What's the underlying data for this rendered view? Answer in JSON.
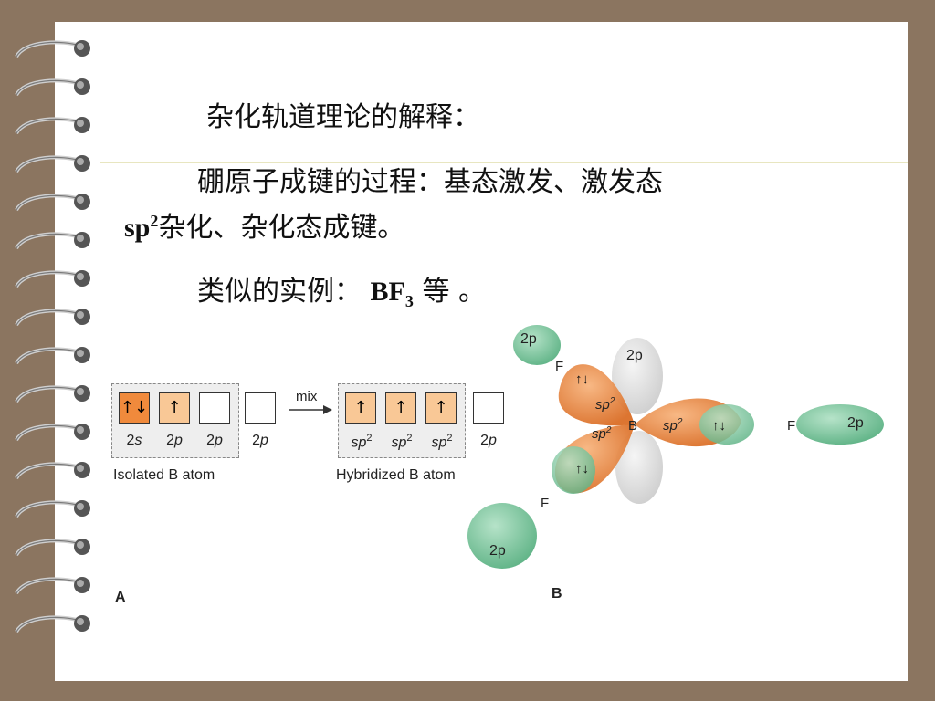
{
  "heading": "杂化轨道理论的解释：",
  "line1": "硼原子成键的过程：基态激发、激发态",
  "line2_prefix": "sp",
  "line2_sup": "2",
  "line2_rest": "杂化、杂化态成键。",
  "line3_prefix": "类似的实例：",
  "line3_formula": "BF",
  "line3_sub": "3",
  "line3_suffix": "等 。",
  "figure_a": {
    "panel_label": "A",
    "isolated_caption": "Isolated B atom",
    "hybridized_caption": "Hybridized B atom",
    "mix_label": "mix",
    "isolated_boxes": [
      {
        "arrows": "↑↓",
        "label_main": "2",
        "label_italic": "s",
        "label_sup": ""
      },
      {
        "arrows": "↑",
        "label_main": "2",
        "label_italic": "p",
        "label_sup": ""
      },
      {
        "arrows": "",
        "label_main": "2",
        "label_italic": "p",
        "label_sup": ""
      },
      {
        "arrows": "",
        "label_main": "2",
        "label_italic": "p",
        "label_sup": ""
      }
    ],
    "hybrid_boxes": [
      {
        "arrows": "↑",
        "label_italic": "sp",
        "label_sup": "2"
      },
      {
        "arrows": "↑",
        "label_italic": "sp",
        "label_sup": "2"
      },
      {
        "arrows": "↑",
        "label_italic": "sp",
        "label_sup": "2"
      },
      {
        "arrows": "",
        "label_main": "2",
        "label_italic": "p",
        "label_sup": ""
      }
    ]
  },
  "figure_b": {
    "panel_label": "B",
    "center_atom": "B",
    "fluorine": "F",
    "orbital_2p": "2p",
    "orbital_sp": "sp",
    "orbital_sup": "2",
    "pair_arrows": "↑↓"
  },
  "colors": {
    "background": "#8b7560",
    "page": "#ffffff",
    "sp2_orange": "#f08a3c",
    "sp2_light": "#f9c896",
    "fluorine_green": "#7fc9a2",
    "p_orbital_gray": "#d9d9d9"
  },
  "icons": [
    "spiral-binding-ring-icon",
    "mix-arrow-icon"
  ]
}
